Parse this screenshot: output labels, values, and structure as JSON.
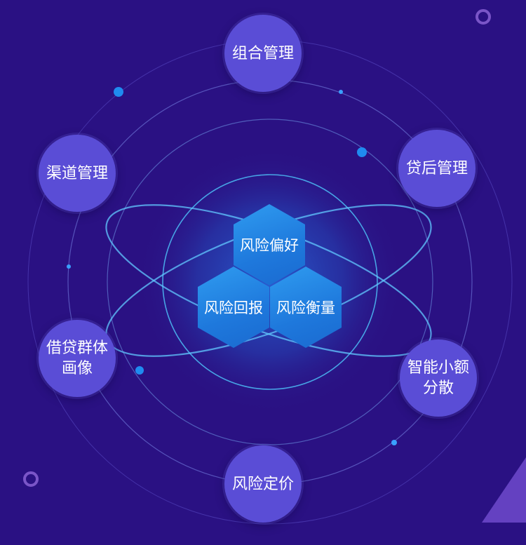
{
  "diagram": {
    "core": [
      "风险偏好",
      "风险回报",
      "风险衡量"
    ],
    "nodes": {
      "top": "组合管理",
      "upper_left": "渠道管理",
      "upper_right": "贷后管理",
      "lower_left": "借贷群体\n画像",
      "lower_right": "智能小额\n分散",
      "bottom": "风险定价"
    }
  },
  "colors": {
    "background": "#2a1183",
    "node_fill": "#5a4dd6",
    "hex_fill": "#2386e8",
    "orbit_line": "#5fb8ff",
    "accent_triangle": "#6a47c8",
    "ring_decoration": "#7a55c8"
  }
}
